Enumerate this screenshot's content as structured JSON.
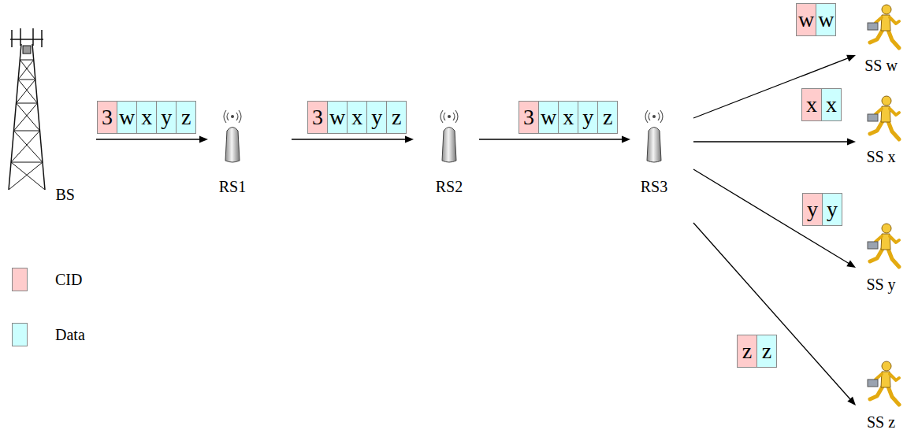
{
  "diagram": {
    "nodes": [
      {
        "text": [
          "BS"
        ]
      },
      {
        "text": [
          "3",
          "w",
          "x",
          "y",
          "z"
        ]
      },
      {
        "text": [
          "RS1"
        ]
      },
      {
        "text": [
          "3",
          "w",
          "x",
          "y",
          "z"
        ]
      },
      {
        "text": [
          "RS2"
        ]
      },
      {
        "text": [
          "3",
          "w",
          "x",
          "y",
          "z"
        ]
      },
      {
        "text": [
          "RS3"
        ]
      },
      {
        "text": [
          "w",
          "w"
        ]
      },
      {
        "text": [
          "SS w"
        ]
      },
      {
        "text": [
          "x",
          "x"
        ]
      },
      {
        "text": [
          "SS x"
        ]
      },
      {
        "text": [
          "y",
          "y"
        ]
      },
      {
        "text": [
          "SS y"
        ]
      },
      {
        "text": [
          "z",
          "z"
        ]
      },
      {
        "text": [
          "SS z"
        ]
      }
    ],
    "edges": [
      {
        "from": 0,
        "to": 2,
        "arrow": "to"
      },
      {
        "from": 2,
        "to": 4,
        "arrow": "to"
      },
      {
        "from": 4,
        "to": 6,
        "arrow": "to"
      },
      {
        "from": 6,
        "to": 8,
        "arrow": "to"
      },
      {
        "from": 6,
        "to": 10,
        "arrow": "to"
      },
      {
        "from": 6,
        "to": 12,
        "arrow": "to"
      },
      {
        "from": 6,
        "to": 14,
        "arrow": "to"
      }
    ],
    "legend": [
      {
        "text": "CID",
        "color": "#ffcccc"
      },
      {
        "text": "Data",
        "color": "#ccffff"
      }
    ]
  }
}
